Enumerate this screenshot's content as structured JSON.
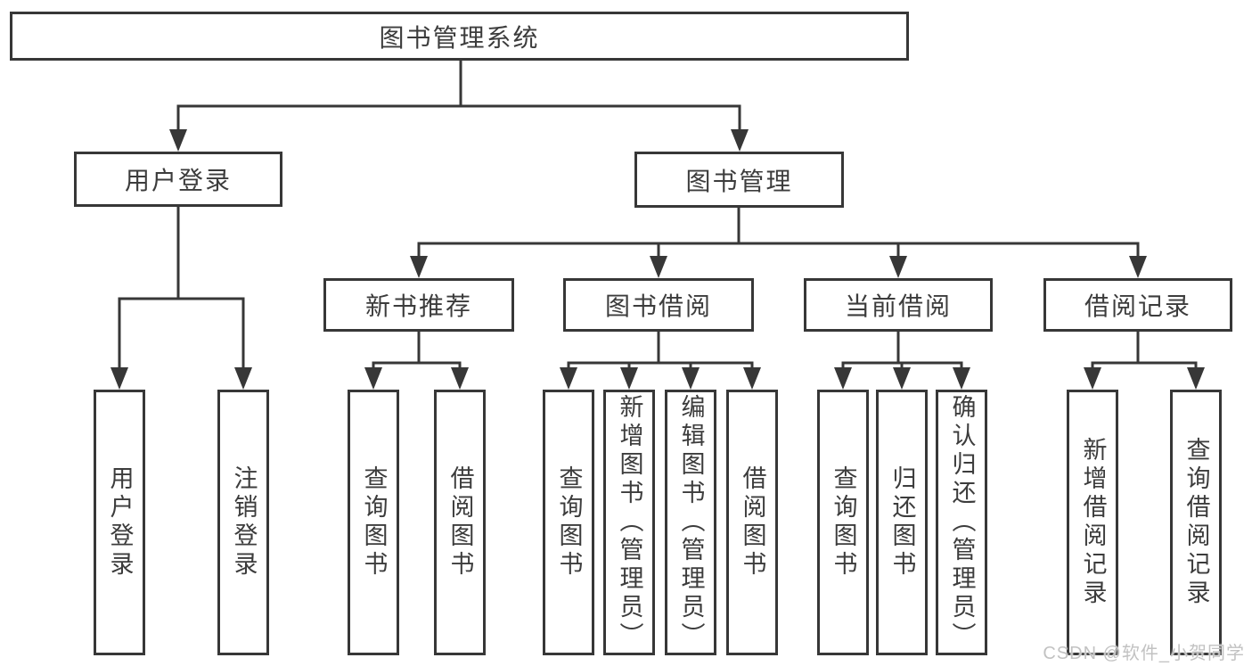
{
  "nodes": {
    "root": "图书管理系统",
    "user_login": "用户登录",
    "book_management": "图书管理",
    "new_book_recommend": "新书推荐",
    "book_borrowing": "图书借阅",
    "current_borrowing": "当前借阅",
    "borrowing_records": "借阅记录",
    "login_children": [
      "用户登录",
      "注销登录"
    ],
    "recommend_children": [
      "查询图书",
      "借阅图书"
    ],
    "borrowing_children": [
      "查询图书",
      "新增图书（管理员）",
      "编辑图书（管理员）",
      "借阅图书"
    ],
    "current_children": [
      "查询图书",
      "归还图书",
      "确认归还（管理员）"
    ],
    "records_children": [
      "新增借阅记录",
      "查询借阅记录"
    ]
  },
  "watermark": "CSDN @软件_小贺同学",
  "colors": {
    "line": "#373737",
    "text": "#3c3c3c",
    "watermark": "#c2c2c2"
  }
}
